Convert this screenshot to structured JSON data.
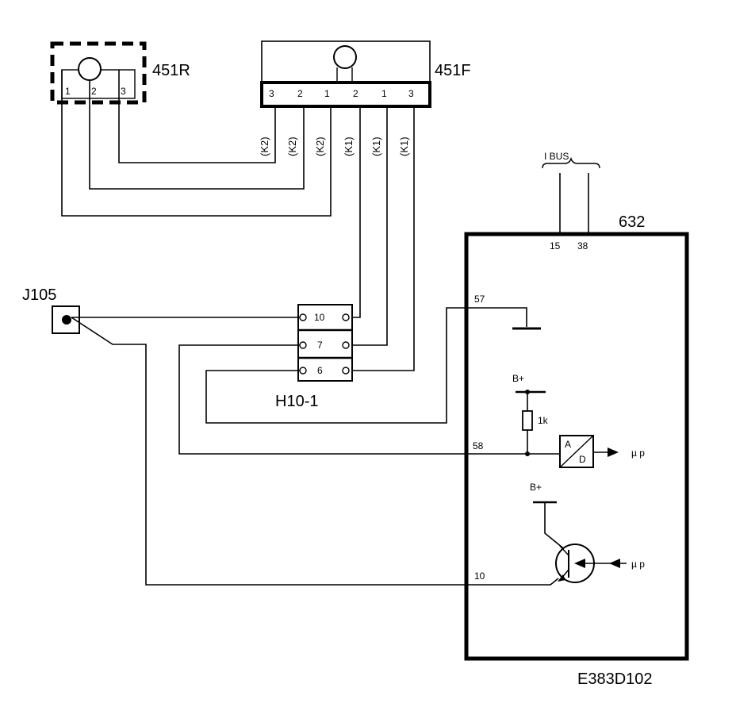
{
  "components": {
    "lamp_rear": {
      "label": "451R",
      "pins": [
        "1",
        "2",
        "3"
      ]
    },
    "lamp_front": {
      "label": "451F",
      "pins": [
        "3",
        "2",
        "1",
        "2",
        "1",
        "3"
      ]
    },
    "connector": {
      "label": "H10-1",
      "pins": [
        "10",
        "7",
        "6"
      ]
    },
    "jack": {
      "label": "J105"
    },
    "module": {
      "label": "632",
      "bus_label": "I BUS",
      "bus_pins": [
        "15",
        "38"
      ],
      "pin_57": "57",
      "pin_58": "58",
      "pin_10": "10",
      "supply_1": "B+",
      "supply_2": "B+",
      "resistor": "1k",
      "adc_a": "A",
      "adc_d": "D",
      "mp_1": "µ p",
      "mp_2": "µ p"
    }
  },
  "wire_labels": [
    "(K2)",
    "(K2)",
    "(K2)",
    "(K1)",
    "(K1)",
    "(K1)"
  ],
  "drawing_id": "E383D102"
}
